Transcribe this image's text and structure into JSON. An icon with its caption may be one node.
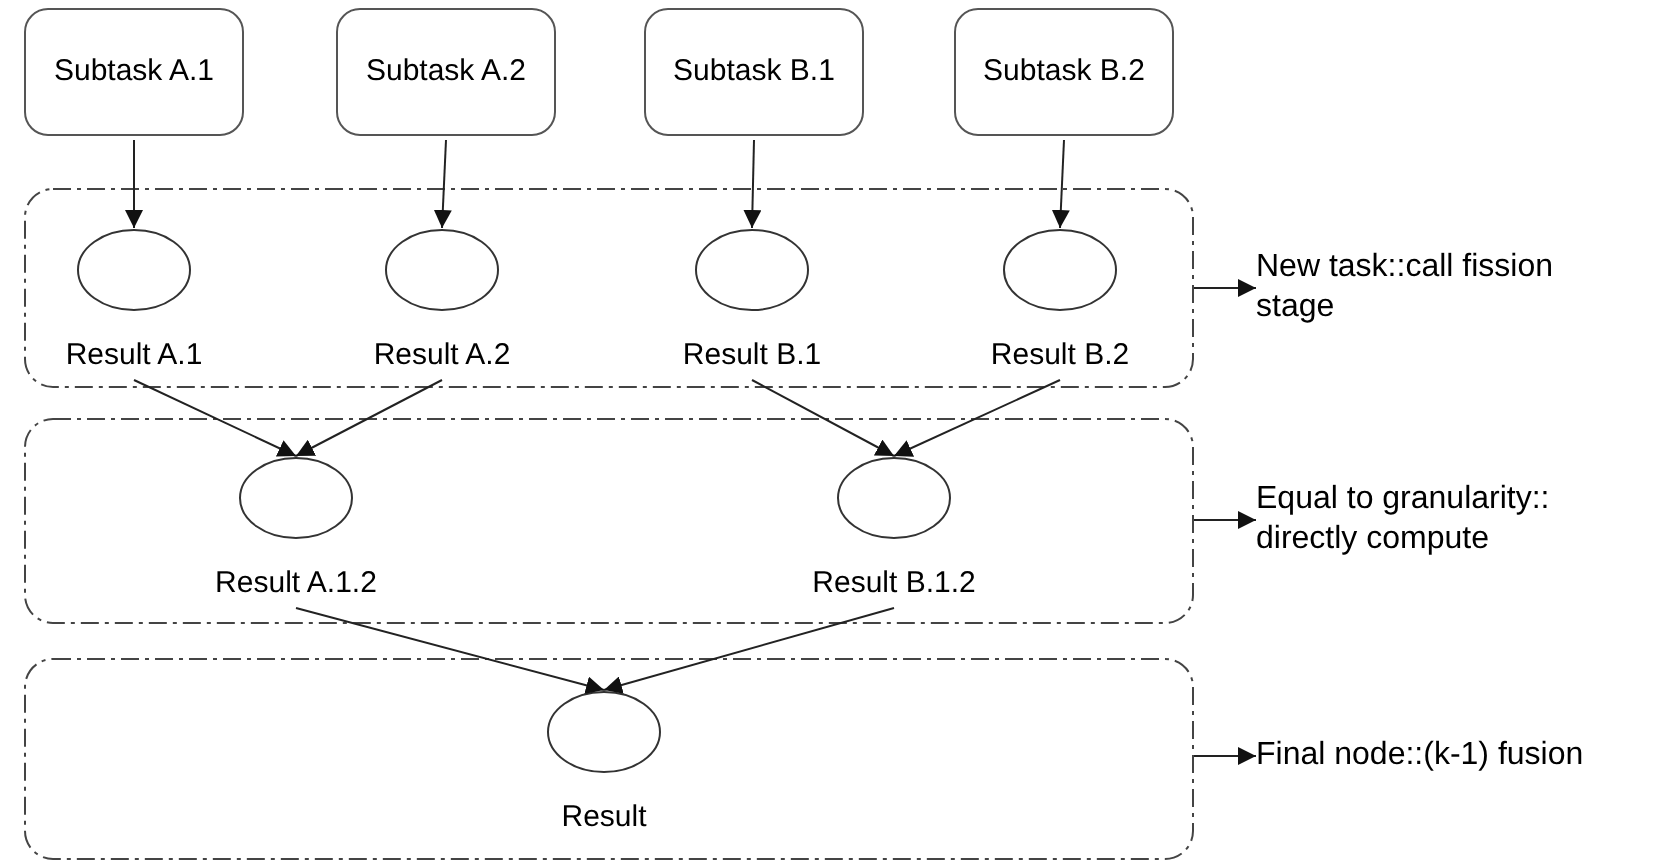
{
  "diagram": {
    "nodes": [
      {
        "text": [
          "Subtask A.1"
        ]
      },
      {
        "text": [
          "Subtask A.2"
        ]
      },
      {
        "text": [
          "Subtask B.1"
        ]
      },
      {
        "text": [
          "Subtask B.2"
        ]
      },
      {
        "text": [],
        "shape": "box"
      },
      {
        "text": [
          "Result A.1"
        ],
        "in": 4
      },
      {
        "text": [
          "Result A.2"
        ],
        "in": 4
      },
      {
        "text": [
          "Result B.1"
        ],
        "in": 4
      },
      {
        "text": [
          "Result B.2"
        ],
        "in": 4
      },
      {
        "text": [
          "New task::call fission stage"
        ]
      },
      {
        "text": [],
        "shape": "box"
      },
      {
        "text": [
          "Result A.1.2"
        ],
        "in": 10
      },
      {
        "text": [
          "Result B.1.2"
        ],
        "in": 10
      },
      {
        "text": [
          "Equal to granularity:: directly compute"
        ]
      },
      {
        "text": [],
        "shape": "box"
      },
      {
        "text": [
          "Result"
        ],
        "in": 14
      },
      {
        "text": [
          "Final node::(k-1) fusion"
        ]
      }
    ],
    "edges": [
      {
        "from": 0,
        "to": 5,
        "arrow": "to"
      },
      {
        "from": 1,
        "to": 6,
        "arrow": "to"
      },
      {
        "from": 2,
        "to": 7,
        "arrow": "to"
      },
      {
        "from": 3,
        "to": 8,
        "arrow": "to"
      },
      {
        "from": 4,
        "to": 9,
        "arrow": "to"
      },
      {
        "from": 5,
        "to": 11,
        "arrow": "to"
      },
      {
        "from": 6,
        "to": 11,
        "arrow": "to"
      },
      {
        "from": 7,
        "to": 12,
        "arrow": "to"
      },
      {
        "from": 8,
        "to": 12,
        "arrow": "to"
      },
      {
        "from": 10,
        "to": 13,
        "arrow": "to"
      },
      {
        "from": 11,
        "to": 15,
        "arrow": "to"
      },
      {
        "from": 12,
        "to": 15,
        "arrow": "to"
      },
      {
        "from": 14,
        "to": 16,
        "arrow": "to"
      }
    ]
  }
}
